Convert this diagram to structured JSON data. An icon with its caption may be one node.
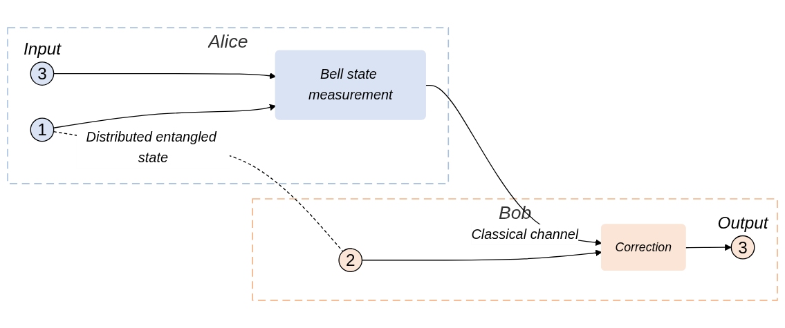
{
  "diagram": {
    "nodes": [
      {
        "text": [
          "Alice"
        ]
      },
      {
        "text": [
          "3"
        ],
        "beside": [
          "Input"
        ],
        "in": 0
      },
      {
        "text": [
          "1"
        ],
        "in": 0
      },
      {
        "text": [
          "Bell state measurement"
        ],
        "in": 0
      },
      {
        "text": [
          "Bob"
        ]
      },
      {
        "text": [
          "2"
        ],
        "in": 4
      },
      {
        "text": [
          "Correction"
        ],
        "in": 4
      },
      {
        "text": [
          "3"
        ],
        "beside": [
          "Output"
        ],
        "in": 4
      }
    ],
    "edges": [
      {
        "from": 1,
        "to": 3,
        "arrow": "to"
      },
      {
        "from": 2,
        "to": 3,
        "arrow": "to"
      },
      {
        "from": 2,
        "to": 5,
        "arrow": "none",
        "style": "dashed",
        "label": "Distributed entangled state"
      },
      {
        "from": 3,
        "to": 6,
        "arrow": "to",
        "label": "Classical channel"
      },
      {
        "from": 5,
        "to": 6,
        "arrow": "to"
      },
      {
        "from": 6,
        "to": 7,
        "arrow": "to"
      }
    ]
  }
}
